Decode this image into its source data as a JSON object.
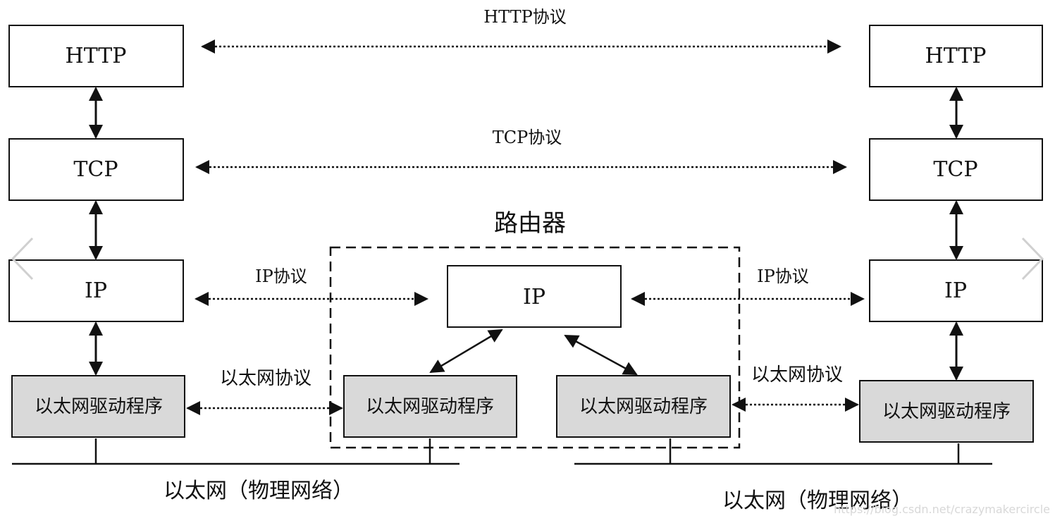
{
  "colors": {
    "box_fill": "#ffffff",
    "driver_fill": "#d9d9d9",
    "stroke": "#111111",
    "nav_arrow": "#d0d0d0"
  },
  "protocol_labels": {
    "http": "HTTP协议",
    "tcp": "TCP协议",
    "ip_left": "IP协议",
    "ip_right": "IP协议",
    "eth_left": "以太网协议",
    "eth_right": "以太网协议"
  },
  "left_host": {
    "http": "HTTP",
    "tcp": "TCP",
    "ip": "IP",
    "driver": "以太网驱动程序"
  },
  "right_host": {
    "http": "HTTP",
    "tcp": "TCP",
    "ip": "IP",
    "driver": "以太网驱动程序"
  },
  "router": {
    "title": "路由器",
    "ip": "IP",
    "driver_left": "以太网驱动程序",
    "driver_right": "以太网驱动程序"
  },
  "networks": {
    "left": "以太网（物理网络）",
    "right": "以太网（物理网络）"
  },
  "watermark": "https://blog.csdn.net/crazymakercircle",
  "icons": {
    "prev": "chevron-left-icon",
    "next": "chevron-right-icon"
  }
}
